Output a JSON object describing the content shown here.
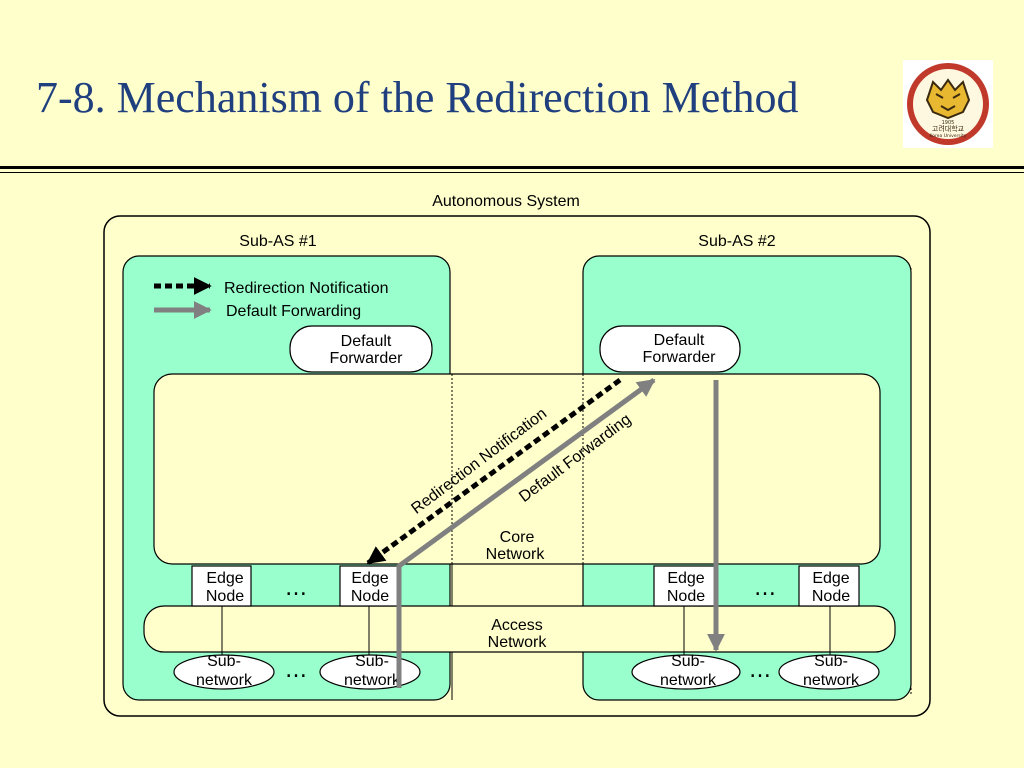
{
  "slide": {
    "title": "7-8. Mechanism of the Redirection Method"
  },
  "logo": {
    "text_top": "1905",
    "text_main": "고려대학교",
    "text_sub": "Korea University",
    "colors": {
      "ring": "#C0392B",
      "gold": "#E8B830",
      "dark": "#3A2A10"
    }
  },
  "diagram": {
    "autonomous_system": "Autonomous System",
    "sub_as_1": "Sub-AS #1",
    "sub_as_2": "Sub-AS #2",
    "legend": {
      "redirection": "Redirection Notification",
      "forwarding": "Default Forwarding"
    },
    "default_forwarder": [
      "Default",
      "Forwarder"
    ],
    "core_network": [
      "Core",
      "Network"
    ],
    "access_network": [
      "Access",
      "Network"
    ],
    "edge_node": [
      "Edge",
      "Node"
    ],
    "sub_network": [
      "Sub-",
      "network"
    ],
    "ellipsis": "…",
    "arrow_labels": {
      "redirection": "Redirection Notification",
      "forwarding": "Default Forwarding"
    },
    "colors": {
      "sub_as_fill": "#99FFCC",
      "arrow_gray": "#808080",
      "border": "#000000"
    }
  }
}
